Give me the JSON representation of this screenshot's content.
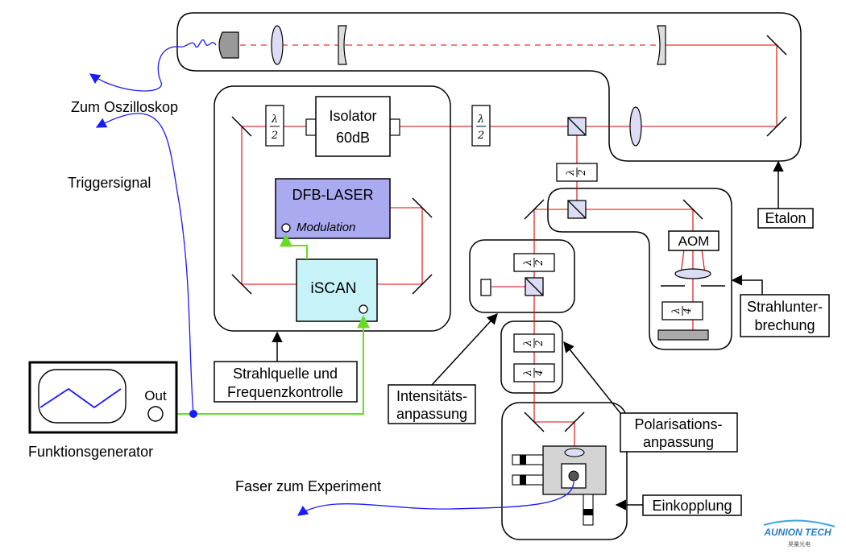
{
  "labels": {
    "zum_oszilloskop": "Zum Oszilloskop",
    "triggersignal": "Triggersignal",
    "funktionsgenerator": "Funktionsgenerator",
    "out": "Out",
    "faser_zum_experiment": "Faser zum Experiment",
    "isolator_line1": "Isolator",
    "isolator_line2": "60dB",
    "dfb_laser": "DFB-LASER",
    "modulation": "Modulation",
    "iscan": "iSCAN",
    "strahlquelle_line1": "Strahlquelle und",
    "strahlquelle_line2": "Frequenzkontrolle",
    "aom": "AOM",
    "etalon": "Etalon",
    "strahlunterbrechung_line1": "Strahlunter-",
    "strahlunterbrechung_line2": "brechung",
    "intensitaet_line1": "Intensitäts-",
    "intensitaet_line2": "anpassung",
    "polarisation_line1": "Polarisations-",
    "polarisation_line2": "anpassung",
    "einkopplung": "Einkopplung"
  },
  "waveplates": {
    "lambda": "λ",
    "half": "2",
    "quarter": "4"
  },
  "logo": {
    "name": "AUNION TECH",
    "subtitle": "昊量光电"
  },
  "colors": {
    "beam": "#e00000",
    "electrical": "#66dd22",
    "cable": "#1a1aff",
    "laser_fill": "#aaaaf0",
    "iscan_fill": "#c6f2f8",
    "optic_fill": "#dcdcf4",
    "coupler_fill": "#d4d4d4"
  }
}
